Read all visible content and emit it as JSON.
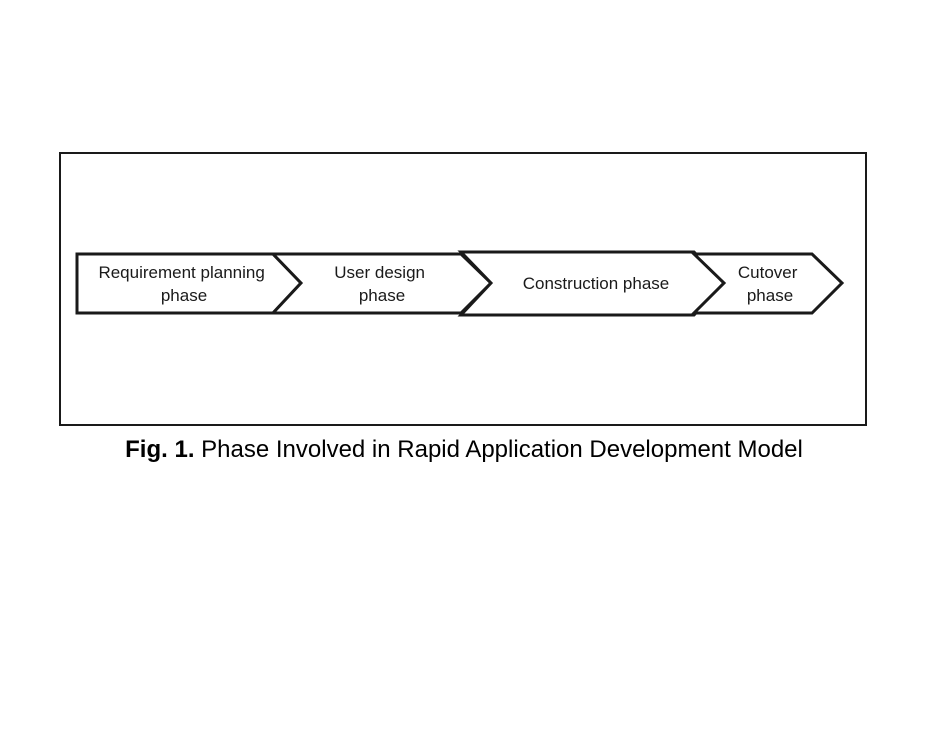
{
  "diagram": {
    "phases": [
      {
        "id": "requirement-planning",
        "lines": [
          "Requirement planning",
          "phase"
        ]
      },
      {
        "id": "user-design",
        "lines": [
          "User design",
          "phase"
        ]
      },
      {
        "id": "construction",
        "lines": [
          "Construction phase"
        ]
      },
      {
        "id": "cutover",
        "lines": [
          "Cutover",
          "phase"
        ]
      }
    ]
  },
  "caption": {
    "label": "Fig. 1.",
    "text": " Phase Involved in Rapid Application Development Model"
  },
  "colors": {
    "stroke": "#1a1a1a",
    "background": "#ffffff"
  }
}
